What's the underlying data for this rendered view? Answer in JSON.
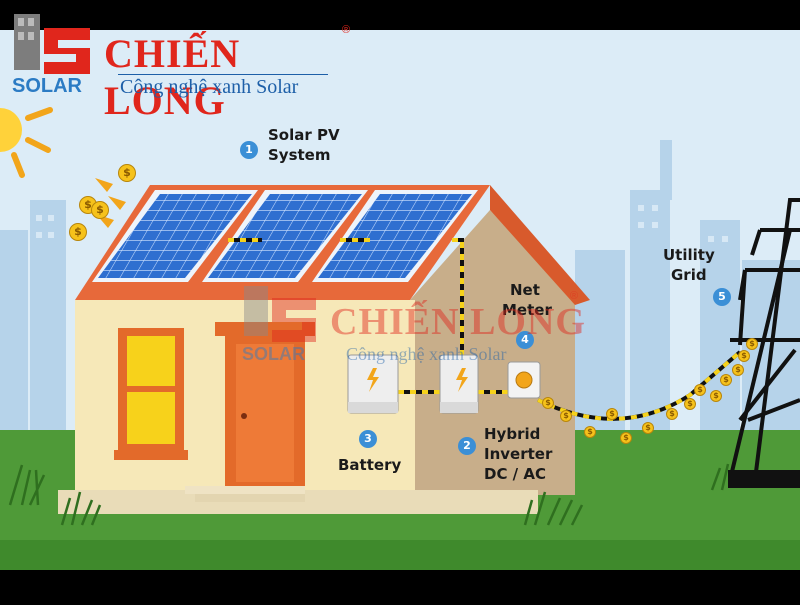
{
  "logo": {
    "name": "CHIẾN LONG",
    "registered": "®",
    "slogan": "Công nghệ xanh Solar",
    "solar": "SOLAR",
    "name_color": "#e0261c",
    "slogan_color": "#1d5fa8"
  },
  "watermark": {
    "name": "CHIẾN LONG",
    "registered": "®",
    "slogan": "Công nghệ xanh Solar",
    "solar": "SOLAR"
  },
  "components": [
    {
      "number": "1",
      "line1": "Solar PV",
      "line2": "System"
    },
    {
      "number": "2",
      "line1": "Hybrid",
      "line2": "Inverter",
      "line3": "DC / AC"
    },
    {
      "number": "3",
      "line1": "Battery"
    },
    {
      "number": "4",
      "line1": "Net",
      "line2": "Meter"
    },
    {
      "number": "5",
      "line1": "Utility",
      "line2": "Grid"
    }
  ],
  "coin_symbol": "$",
  "colors": {
    "sky": "#dcecf7",
    "grass": "#4f9a38",
    "roof": "#e7693a",
    "wall": "#f6e8b8",
    "panel": "#2f6fd0",
    "door": "#e8662d",
    "window": "#f7d21b",
    "number_badge": "#3b8fd6"
  },
  "icons": [
    "sun-icon",
    "lightning-icon",
    "meter-icon",
    "coin-icon",
    "transmission-tower-icon",
    "grass-icon"
  ]
}
